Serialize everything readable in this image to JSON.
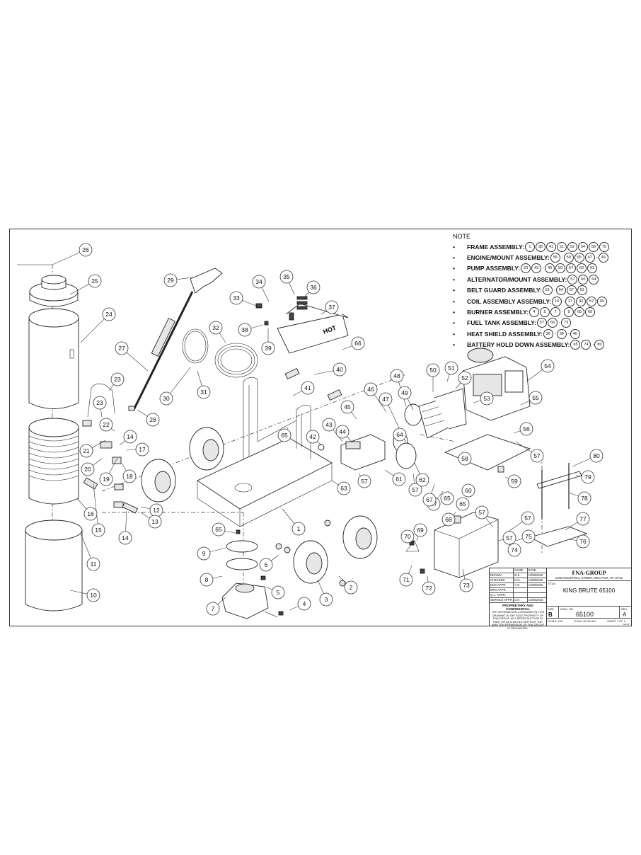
{
  "note": {
    "title": "NOTE",
    "assemblies": [
      {
        "name": "FRAME ASSEMBLY:",
        "parts": [
          {
            "n": "1"
          },
          {
            "n": "38"
          },
          {
            "n": "41"
          },
          {
            "n": "51"
          },
          {
            "n": "52"
          },
          {
            "n": "54"
          },
          {
            "n": "58"
          },
          {
            "n": "75"
          }
        ]
      },
      {
        "name": "ENGINE/MOUNT ASSEMBLY:",
        "parts": [
          {
            "n": "55"
          },
          {
            "s": "-"
          },
          {
            "n": "59"
          },
          {
            "n": "65"
          },
          {
            "n": "47"
          },
          {
            "s": "-"
          },
          {
            "n": "49"
          }
        ]
      },
      {
        "name": "PUMP ASSEMBLY:",
        "parts": [
          {
            "n": "23"
          },
          {
            "n": "43"
          },
          {
            "s": "-"
          },
          {
            "n": "46"
          },
          {
            "n": "50"
          },
          {
            "n": "57"
          },
          {
            "n": "62"
          },
          {
            "n": "63"
          }
        ]
      },
      {
        "name": "ALTERNATOR/MOUNT ASSEMBLY:",
        "parts": [
          {
            "n": "57"
          },
          {
            "n": "60"
          },
          {
            "n": "64"
          }
        ]
      },
      {
        "name": "BELT GUARD ASSEMBLY:",
        "parts": [
          {
            "n": "51"
          },
          {
            "s": "-"
          },
          {
            "n": "54"
          },
          {
            "n": "57"
          },
          {
            "n": "61"
          }
        ]
      },
      {
        "name": "COIL ASSEMBLY ASSEMBLY:",
        "parts": [
          {
            "n": "10"
          },
          {
            "s": "-"
          },
          {
            "n": "27"
          },
          {
            "n": "42"
          },
          {
            "n": "57"
          },
          {
            "n": "65"
          }
        ]
      },
      {
        "name": "BURNER ASSEMBLY:",
        "parts": [
          {
            "n": "4"
          },
          {
            "n": "5"
          },
          {
            "n": "7"
          },
          {
            "s": "-"
          },
          {
            "n": "9"
          },
          {
            "n": "65"
          },
          {
            "n": "69"
          }
        ]
      },
      {
        "name": "FUEL TANK ASSEMBLY:",
        "parts": [
          {
            "n": "57"
          },
          {
            "n": "66"
          },
          {
            "s": "-"
          },
          {
            "n": "73"
          }
        ]
      },
      {
        "name": "HEAT SHIELD ASSEMBLY:",
        "parts": [
          {
            "n": "36"
          },
          {
            "s": "-"
          },
          {
            "n": "38"
          },
          {
            "s": "-"
          },
          {
            "n": "40"
          }
        ]
      },
      {
        "name": "BATTERY HOLD DOWN ASSEMBLY:",
        "parts": [
          {
            "n": "65"
          },
          {
            "n": "74"
          },
          {
            "s": "-"
          },
          {
            "n": "80"
          }
        ]
      }
    ]
  },
  "callouts": [
    "1",
    "2",
    "3",
    "4",
    "5",
    "6",
    "7",
    "8",
    "9",
    "10",
    "11",
    "12",
    "13",
    "14",
    "14",
    "15",
    "16",
    "17",
    "18",
    "19",
    "20",
    "21",
    "22",
    "23",
    "23",
    "24",
    "25",
    "26",
    "27",
    "28",
    "29",
    "30",
    "31",
    "32",
    "33",
    "34",
    "35",
    "36",
    "37",
    "38",
    "39",
    "40",
    "41",
    "42",
    "43",
    "44",
    "45",
    "46",
    "47",
    "48",
    "49",
    "50",
    "51",
    "52",
    "53",
    "54",
    "55",
    "56",
    "57",
    "57",
    "57",
    "57",
    "57",
    "57",
    "57",
    "58",
    "59",
    "60",
    "61",
    "62",
    "63",
    "64",
    "65",
    "65",
    "65",
    "65",
    "66",
    "67",
    "68",
    "69",
    "70",
    "71",
    "72",
    "73",
    "74",
    "75",
    "76",
    "77",
    "78",
    "79",
    "80"
  ],
  "decal_text": "HOT",
  "title_block": {
    "header": [
      "",
      "NAME",
      "DATE"
    ],
    "rows": [
      [
        "DRAWN",
        "M.K.",
        "11/08/2016"
      ],
      [
        "CHECKED",
        "D.G.",
        "11/08/2016"
      ],
      [
        "ENG APPR.",
        "A.G.",
        "11/08/2016"
      ],
      [
        "MFG APPR.",
        "",
        ""
      ],
      [
        "Q.A. APPR.",
        "",
        ""
      ],
      [
        "SERVICE APPR.",
        "D.H.",
        "11/08/2016"
      ]
    ],
    "proprietary_title": "PROPRIETARY AND CONFIDENTIAL",
    "proprietary_body": "THE INFORMATION CONTAINED IN THIS DRAWING IS THE SOLE PROPERTY OF FNA-GROUP. ANY REPRODUCTION IN PART OR AS A WHOLE WITHOUT THE WRITTEN PERMISSION OF FNA-GROUP IS PROHIBITED.",
    "company": "FNA-GROUP",
    "address": "1265 INDUSTRIAL STREET, DECATUR, AR 72722",
    "title_caption": "TITLE:",
    "title": "KING BRUTE 65100",
    "size_caption": "SIZE",
    "size": "B",
    "dwg_caption": "DWG. NO.",
    "dwg_no": "65100",
    "rev_caption": "REV",
    "rev": "A",
    "scale": "SCALE: N/A",
    "ecn": "ECN#: DC16-051",
    "sheet": "SHEET 1 OF 1",
    "tiny": "6/24/17"
  }
}
